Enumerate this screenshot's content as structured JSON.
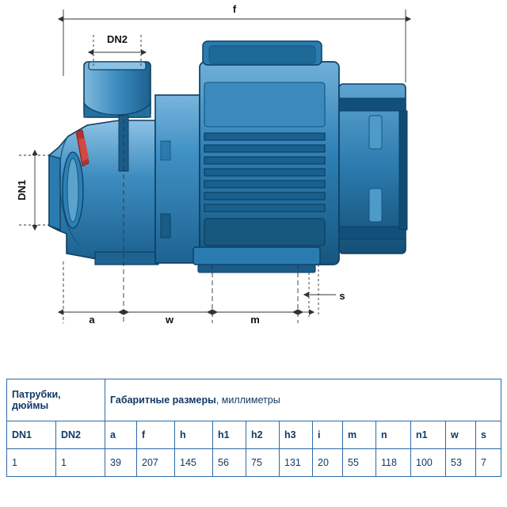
{
  "diagram": {
    "title": "pump-dimensional-drawing",
    "labels": {
      "f": "f",
      "dn2": "DN2",
      "dn1": "DN1",
      "a": "a",
      "w": "w",
      "m": "m",
      "s": "s"
    },
    "colors": {
      "body_dark": "#1f6a9c",
      "body_mid": "#2f86bd",
      "body_light": "#63a9d4",
      "motor_dark": "#17597f",
      "outline": "#0d3f62",
      "accent_red": "#b5332f",
      "dimension_line": "#333333"
    }
  },
  "table": {
    "header": {
      "ports_title": "Патрубки,",
      "ports_title2": "дюймы",
      "dims_title": "Габаритные размеры",
      "dims_units": ", миллиметры"
    },
    "columns": [
      "DN1",
      "DN2",
      "a",
      "f",
      "h",
      "h1",
      "h2",
      "h3",
      "i",
      "m",
      "n",
      "n1",
      "w",
      "s"
    ],
    "rows": [
      [
        "1",
        "1",
        "39",
        "207",
        "145",
        "56",
        "75",
        "131",
        "20",
        "55",
        "118",
        "100",
        "53",
        "7"
      ]
    ]
  }
}
